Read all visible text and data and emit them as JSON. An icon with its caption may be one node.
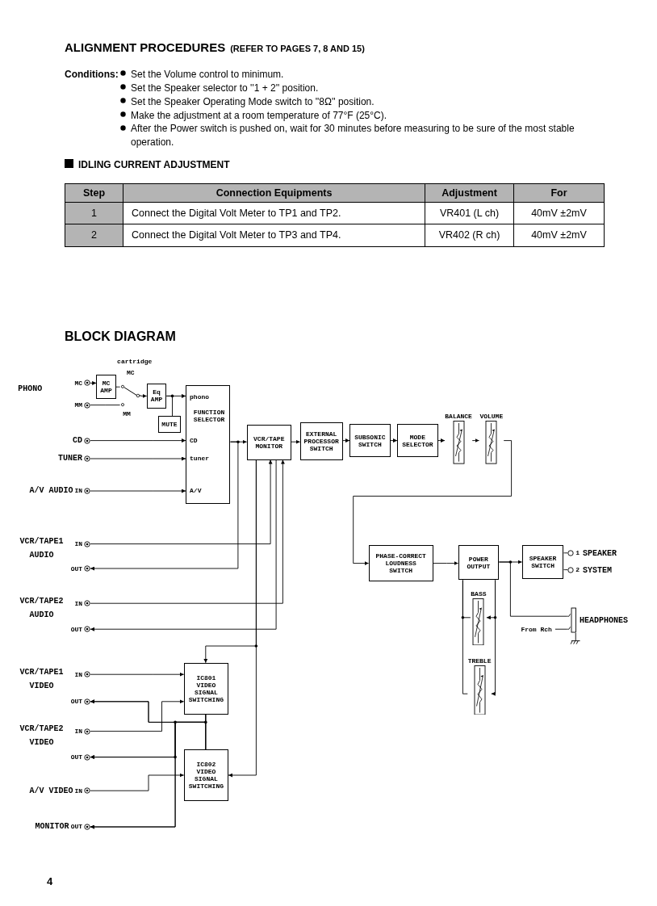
{
  "diagram": {
    "title": "ALIGNMENT PROCEDURES",
    "nodes": [
      {
        "text": [
          "MC"
        ]
      },
      {
        "text": [
          "MM"
        ]
      },
      {
        "text": [
          "MC AMP"
        ]
      },
      {
        "text": [],
        "shape": "switch"
      },
      {
        "text": [
          "Eq AMP"
        ]
      },
      {
        "text": [
          "MUTE"
        ]
      },
      {
        "text": [
          "phono",
          "FUNCTION SELECTOR",
          "CD",
          "tuner",
          "A/V"
        ]
      },
      {
        "text": [
          "CD"
        ]
      },
      {
        "text": [
          "TUNER"
        ]
      },
      {
        "text": [
          "A/V AUDIO",
          "IN"
        ]
      },
      {
        "text": [
          "IN"
        ]
      },
      {
        "text": [
          "OUT"
        ]
      },
      {
        "text": [
          "IN"
        ]
      },
      {
        "text": [
          "OUT"
        ]
      },
      {
        "text": [
          "IN"
        ]
      },
      {
        "text": [
          "OUT"
        ]
      },
      {
        "text": [
          "IN"
        ]
      },
      {
        "text": [
          "OUT"
        ]
      },
      {
        "text": [
          "A/V VIDEO",
          "IN"
        ]
      },
      {
        "text": [
          "MONITOR",
          "OUT"
        ]
      },
      {
        "text": [
          "VCR/TAPE MONITOR"
        ]
      },
      {
        "text": [
          "EXTERNAL PROCESSOR SWITCH"
        ]
      },
      {
        "text": [
          "SUBSONIC SWITCH"
        ]
      },
      {
        "text": [
          "MODE SELECTOR"
        ]
      },
      {
        "text": [
          "BALANCE"
        ]
      },
      {
        "text": [
          "VOLUME"
        ]
      },
      {
        "text": [
          "PHASE-CORRECT LOUDNESS SWITCH"
        ]
      },
      {
        "text": [
          "POWER OUTPUT"
        ]
      },
      {
        "text": [
          "BASS"
        ]
      },
      {
        "text": [
          "TREBLE"
        ]
      },
      {
        "text": [
          "SPEAKER SWITCH"
        ]
      },
      {
        "text": [
          "1"
        ]
      },
      {
        "text": [
          "2"
        ]
      },
      {
        "text": [
          "From Rch"
        ]
      },
      {
        "text": [
          "HEADPHONES"
        ]
      },
      {
        "text": [
          "IC801 VIDEO SIGNAL SWITCHING"
        ]
      },
      {
        "text": [
          "IC802 VIDEO SIGNAL SWITCHING"
        ]
      }
    ],
    "edges": [
      {
        "from": 0,
        "to": 2,
        "arrow": "to"
      },
      {
        "from": 2,
        "to": 3,
        "arrow": "none"
      },
      {
        "from": 1,
        "to": 3,
        "arrow": "none"
      },
      {
        "from": 3,
        "to": 4,
        "arrow": "to"
      },
      {
        "from": 4,
        "to": 6,
        "arrow": "to"
      },
      {
        "from": 4,
        "to": 5,
        "arrow": "none"
      },
      {
        "from": 7,
        "to": 6,
        "arrow": "to"
      },
      {
        "from": 8,
        "to": 6,
        "arrow": "to"
      },
      {
        "from": 9,
        "to": 6,
        "arrow": "to"
      },
      {
        "from": 6,
        "to": 20,
        "arrow": "to"
      },
      {
        "from": 6,
        "to": 11,
        "arrow": "to"
      },
      {
        "from": 10,
        "to": 20,
        "arrow": "to"
      },
      {
        "from": 12,
        "to": 20,
        "arrow": "to"
      },
      {
        "from": 20,
        "to": 13,
        "arrow": "to"
      },
      {
        "from": 20,
        "to": 35,
        "arrow": "to"
      },
      {
        "from": 20,
        "to": 36,
        "arrow": "to"
      },
      {
        "from": 20,
        "to": 21,
        "arrow": "to"
      },
      {
        "from": 21,
        "to": 22,
        "arrow": "to"
      },
      {
        "from": 22,
        "to": 23,
        "arrow": "to"
      },
      {
        "from": 23,
        "to": 24,
        "arrow": "to"
      },
      {
        "from": 24,
        "to": 25,
        "arrow": "to"
      },
      {
        "from": 25,
        "to": 26,
        "arrow": "to"
      },
      {
        "from": 26,
        "to": 27,
        "arrow": "to"
      },
      {
        "from": 27,
        "to": 30,
        "arrow": "to"
      },
      {
        "from": 27,
        "to": 34,
        "arrow": "none"
      },
      {
        "from": 33,
        "to": 34,
        "arrow": "none"
      },
      {
        "from": 30,
        "to": 31,
        "arrow": "none"
      },
      {
        "from": 30,
        "to": 32,
        "arrow": "none"
      },
      {
        "from": 27,
        "to": 28,
        "arrow": "to"
      },
      {
        "from": 27,
        "to": 29,
        "arrow": "to"
      },
      {
        "from": 28,
        "to": 27,
        "arrow": "none"
      },
      {
        "from": 29,
        "to": 27,
        "arrow": "none"
      },
      {
        "from": 14,
        "to": 35,
        "arrow": "to"
      },
      {
        "from": 16,
        "to": 35,
        "arrow": "to"
      },
      {
        "from": 18,
        "to": 36,
        "arrow": "to"
      },
      {
        "from": 35,
        "to": 15,
        "arrow": "to"
      },
      {
        "from": 35,
        "to": 17,
        "arrow": "to"
      },
      {
        "from": 35,
        "to": 19,
        "arrow": "to"
      },
      {
        "from": 36,
        "to": 15,
        "arrow": "to"
      },
      {
        "from": 36,
        "to": 17,
        "arrow": "to"
      },
      {
        "from": 36,
        "to": 19,
        "arrow": "to"
      }
    ],
    "labels": [
      "(REFER TO PAGES 7, 8 AND 15)",
      "Conditions:",
      "Set the Volume control to minimum.",
      "Set the Speaker selector to ''1 + 2'' position.",
      "Set the Speaker Operating Mode switch to ''8Ω'' position.",
      "Make the adjustment at a room temperature of 77°F (25°C).",
      "After the Power switch is pushed on, wait for 30 minutes before measuring to be sure of the most stable operation.",
      "IDLING CURRENT ADJUSTMENT",
      "Step",
      "Connection Equipments",
      "Adjustment",
      "For",
      "1",
      "Connect the Digital Volt Meter to TP1 and TP2.",
      "VR401 (L ch)",
      "40mV ±2mV",
      "2",
      "Connect the Digital Volt Meter to TP3 and TP4.",
      "VR402 (R ch)",
      "40mV ±2mV",
      "BLOCK DIAGRAM",
      "PHONO",
      "cartridge",
      "MC",
      "MM",
      "VCR/TAPE1 AUDIO",
      "VCR/TAPE2 AUDIO",
      "VCR/TAPE1 VIDEO",
      "VCR/TAPE2 VIDEO",
      "SPEAKER SYSTEM",
      "4"
    ]
  }
}
